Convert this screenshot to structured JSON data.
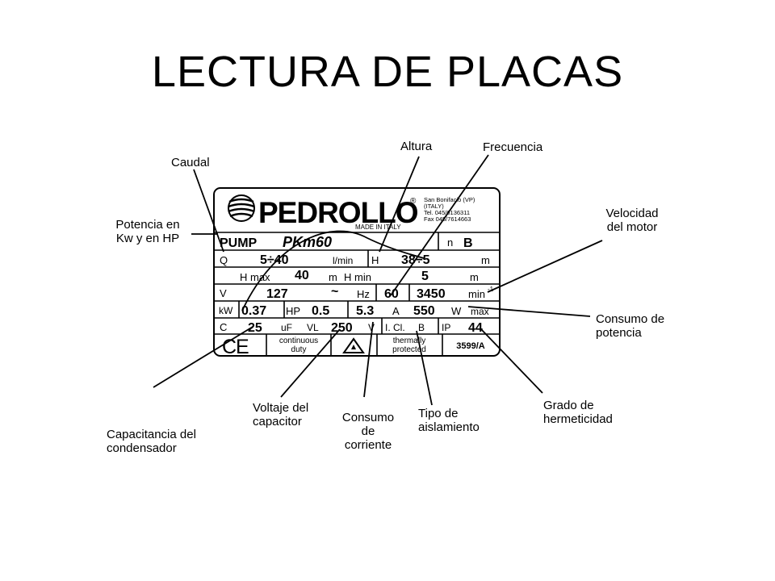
{
  "title": "LECTURA DE PLACAS",
  "colors": {
    "text": "#000000",
    "background": "#ffffff"
  },
  "callouts": {
    "caudal": "Caudal",
    "potencia_1": "Potencia en",
    "potencia_2": "Kw y en HP",
    "altura": "Altura",
    "frecuencia": "Frecuencia",
    "velocidad_1": "Velocidad",
    "velocidad_2": "del motor",
    "consumo_pot_1": "Consumo de",
    "consumo_pot_2": "potencia",
    "grado_1": "Grado de",
    "grado_2": "hermeticidad",
    "tipo_1": "Tipo de",
    "tipo_2": "aislamiento",
    "consumo_cor_1": "Consumo",
    "consumo_cor_2": "de",
    "consumo_cor_3": "corriente",
    "voltaje_1": "Voltaje del",
    "voltaje_2": "capacitor",
    "capacitancia_1": "Capacitancia del",
    "capacitancia_2": "condensador"
  },
  "plate": {
    "brand": "PEDROLLO",
    "registered": "®",
    "address_1": "San Bonifacio (VP)",
    "address_2": "(ITALY)",
    "address_3": "Tel. 045/6136311",
    "address_4": "Fax 045/7614663",
    "made_in": "MADE IN ITALY",
    "pump": "PUMP",
    "model": "PKm60",
    "n": "n",
    "n_value": "B",
    "q": "Q",
    "q_value": "5÷40",
    "q_unit": "l/min",
    "h": "H",
    "h_value": "38÷5",
    "h_unit": "m",
    "hmax": "H max",
    "hmax_value": "40",
    "hmax_unit": "m",
    "hmin": "H min",
    "hmin_value": "5",
    "hmin_unit": "m",
    "v": "V",
    "v_value": "127",
    "tilde": "~",
    "hz": "Hz",
    "hz_value": "60",
    "rpm_value": "3450",
    "rpm_unit": "min",
    "rpm_sup": "-1",
    "kw": "kW",
    "kw_value": "0.37",
    "hp": "HP",
    "hp_value": "0.5",
    "a_value": "5.3",
    "a_unit": "A",
    "w_value": "550",
    "w_unit": "W",
    "w_max": "max",
    "c": "C",
    "c_value": "25",
    "uf": "uF",
    "vl": "VL",
    "vl_value": "250",
    "vl_unit": "V",
    "icl": "I. Cl.",
    "icl_value": "B",
    "ip": "IP",
    "ip_value": "44",
    "ce": "CE",
    "continuous_1": "continuous",
    "continuous_2": "duty",
    "thermally_1": "thermally",
    "thermally_2": "protected",
    "code": "3599/A"
  }
}
